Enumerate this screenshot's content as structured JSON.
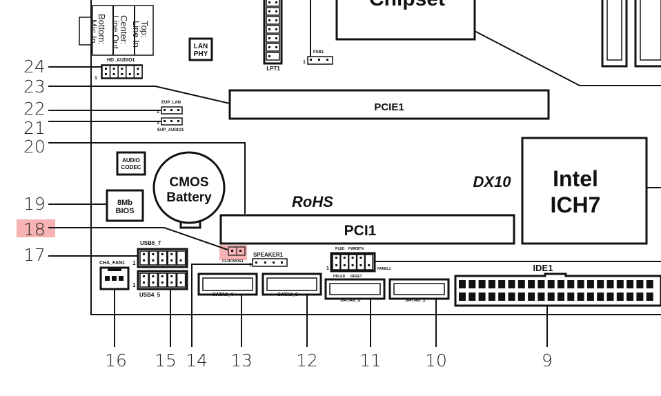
{
  "components": {
    "chipset": "Chipset",
    "audio_jacks": {
      "top": [
        "Top:",
        "Line In"
      ],
      "center": [
        "Center:",
        "Line Out"
      ],
      "bottom": [
        "Bottom:",
        "Mic In"
      ]
    },
    "lan_phy": [
      "LAN",
      "PHY"
    ],
    "lpt1": "LPT1",
    "fsb1": "FSB1",
    "hd_audio1": "HD_AUDIO1",
    "pcie1": "PCIE1",
    "eup_lan": "EUP_LAN",
    "eup_audio1": "EUP_AUDIO1",
    "audio_codec": [
      "AUDIO",
      "CODEC"
    ],
    "cmos_battery": [
      "CMOS",
      "Battery"
    ],
    "bios": [
      "8Mb",
      "BIOS"
    ],
    "rohs": "RoHS",
    "dx10": "DX10",
    "intel_ich7": [
      "Intel",
      "ICH7"
    ],
    "pci1": "PCI1",
    "usb6_7": "USB6_7",
    "usb4_5": "USB4_5",
    "cha_fan1": "CHA_FAN1",
    "clrcmos1": "CLRCMOS1",
    "speaker1": "SPEAKER1",
    "panel1": "PANEL1",
    "pled": "PLED",
    "pwrbtn": "PWRBTN",
    "hdled": "HDLED",
    "reset": "RESET",
    "ide1": "IDE1",
    "sata4": "SATAII_4",
    "sata3": "SATAII_3",
    "sata2": "SATAII_2",
    "sata1": "SATAII_1",
    "pin1": "1"
  },
  "callouts": {
    "left": [
      "24",
      "23",
      "22",
      "21",
      "20",
      "19",
      "18",
      "17"
    ],
    "bottom": [
      "16",
      "15",
      "14",
      "13",
      "12",
      "11",
      "10",
      "9"
    ],
    "highlighted": "18",
    "highlight_color": "#f4a6a6"
  }
}
